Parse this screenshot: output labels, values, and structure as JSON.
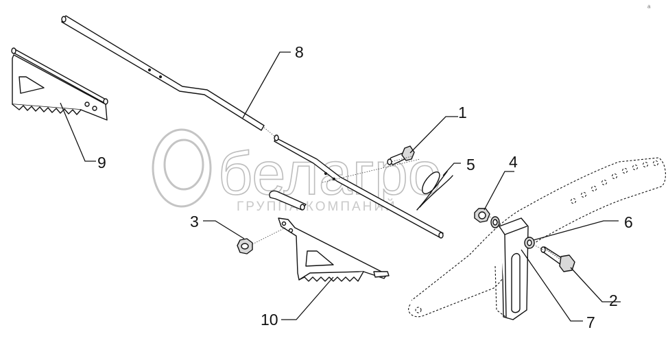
{
  "watermark": {
    "brand": "белагро",
    "tagline": "ГРУППА КОМПАНИЙ"
  },
  "corner_mark": "a",
  "callouts": [
    {
      "id": "callout-1",
      "text": "1"
    },
    {
      "id": "callout-2",
      "text": "2"
    },
    {
      "id": "callout-3",
      "text": "3"
    },
    {
      "id": "callout-4",
      "text": "4"
    },
    {
      "id": "callout-5",
      "text": "5"
    },
    {
      "id": "callout-6",
      "text": "6"
    },
    {
      "id": "callout-7",
      "text": "7"
    },
    {
      "id": "callout-8",
      "text": "8"
    },
    {
      "id": "callout-9",
      "text": "9"
    },
    {
      "id": "callout-10",
      "text": "10"
    }
  ],
  "colors": {
    "line": "#111111",
    "watermark": "#c4c4c4",
    "background": "#ffffff"
  }
}
